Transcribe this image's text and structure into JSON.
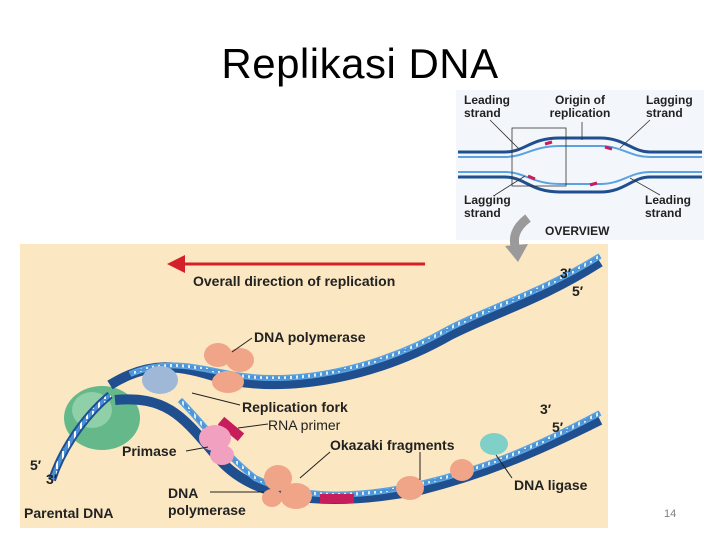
{
  "slide": {
    "title": "Replikasi DNA",
    "page_number": "14"
  },
  "overview": {
    "label_leading_strand_top": [
      "Leading",
      "strand"
    ],
    "label_origin": [
      "Origin of",
      "replication"
    ],
    "label_lagging_strand_top": [
      "Lagging",
      "strand"
    ],
    "label_lagging_strand_bottom": [
      "Lagging",
      "strand"
    ],
    "label_leading_strand_bottom": [
      "Leading",
      "strand"
    ],
    "caption": "OVERVIEW"
  },
  "main": {
    "direction_label": "Overall direction of replication",
    "dna_polymerase_top": "DNA polymerase",
    "replication_fork": "Replication fork",
    "rna_primer": "RNA primer",
    "okazaki_fragments": "Okazaki fragments",
    "primase": "Primase",
    "dna_polymerase_bottom": [
      "DNA",
      "polymerase"
    ],
    "dna_ligase": "DNA ligase",
    "parental_dna": "Parental DNA",
    "end_3_top": "3′",
    "end_5_top": "5′",
    "end_3_mid": "3′",
    "end_5_mid": "5′",
    "end_5_left": "5′",
    "end_3_left": "3′"
  },
  "colors": {
    "panel_bg": "#fbe7c1",
    "overview_bg": "#f3f7fb",
    "strand_dark": "#1f4f8f",
    "strand_light": "#5aa3e0",
    "primer": "#c81d5c",
    "arrow_red": "#d4202a",
    "polymerase": "#f0a488",
    "primase": "#f2a0c0",
    "helicase": "#64b88a",
    "ligase": "#7fd0c8",
    "gray_arrow": "#9a9a9a"
  }
}
